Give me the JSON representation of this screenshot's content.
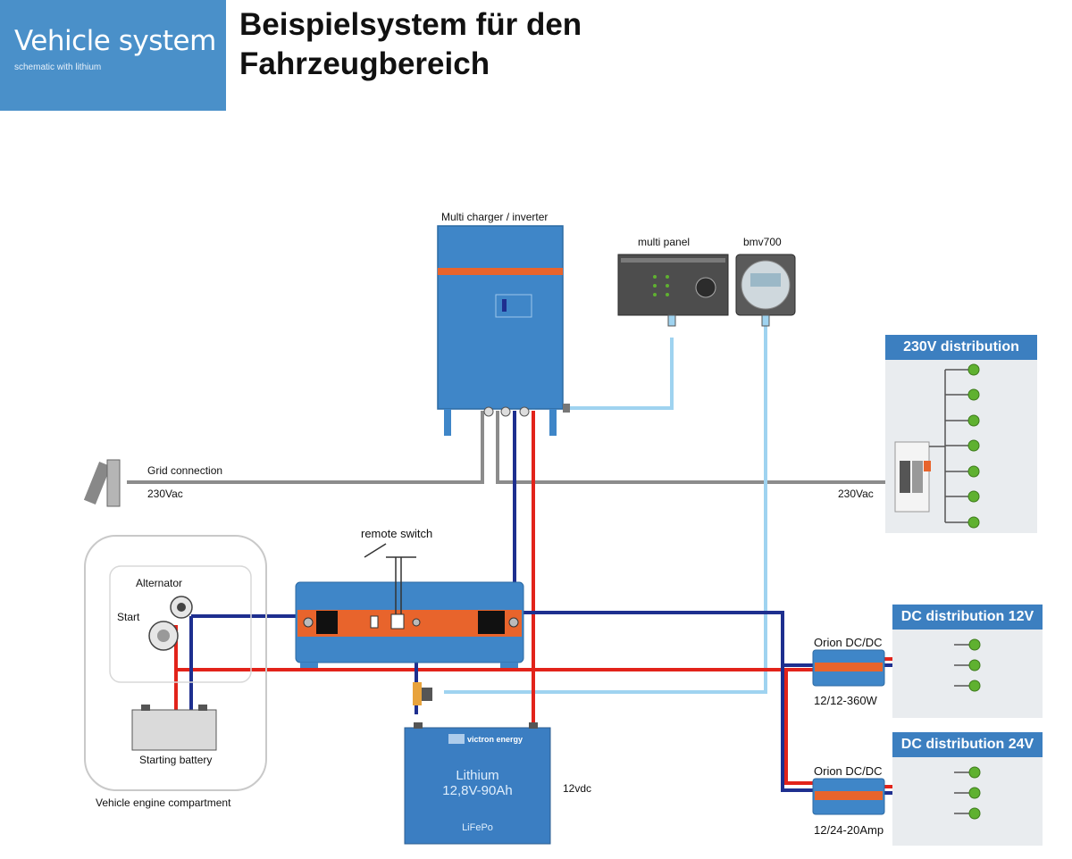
{
  "header": {
    "title": "Vehicle system",
    "subtitle": "schematic with lithium"
  },
  "page_title_line1": "Beispielsystem für den",
  "page_title_line2": "Fahrzeugbereich",
  "labels": {
    "multi": "Multi charger / inverter",
    "multi_panel": "multi panel",
    "bmv": "bmv700",
    "grid": "Grid connection",
    "ac_in": "230Vac",
    "ac_out": "230Vac",
    "remote": "remote switch",
    "alternator": "Alternator",
    "start": "Start",
    "starting_battery": "Starting battery",
    "engine": "Vehicle engine compartment",
    "battery_line1": "Lithium",
    "battery_line2": "12,8V-90Ah",
    "battery_chem": "LiFePo",
    "battery_brand": "victron energy",
    "vdc": "12vdc",
    "orion1_title": "Orion DC/DC",
    "orion1_model": "12/12-360W",
    "orion2_title": "Orion DC/DC",
    "orion2_model": "12/24-20Amp"
  },
  "distribution": {
    "ac": "230V distribution",
    "dc12": "DC distribution 12V",
    "dc24": "DC distribution 24V"
  },
  "colors": {
    "header_blue": "#4a90c9",
    "wire_red": "#e2231a",
    "wire_blue": "#1e2f8f",
    "wire_gray": "#8c8c8c",
    "wire_lightblue": "#9fd3f0",
    "victron_blue": "#3f86c8",
    "orange": "#e8642c",
    "green_outlet": "#5fb130"
  }
}
